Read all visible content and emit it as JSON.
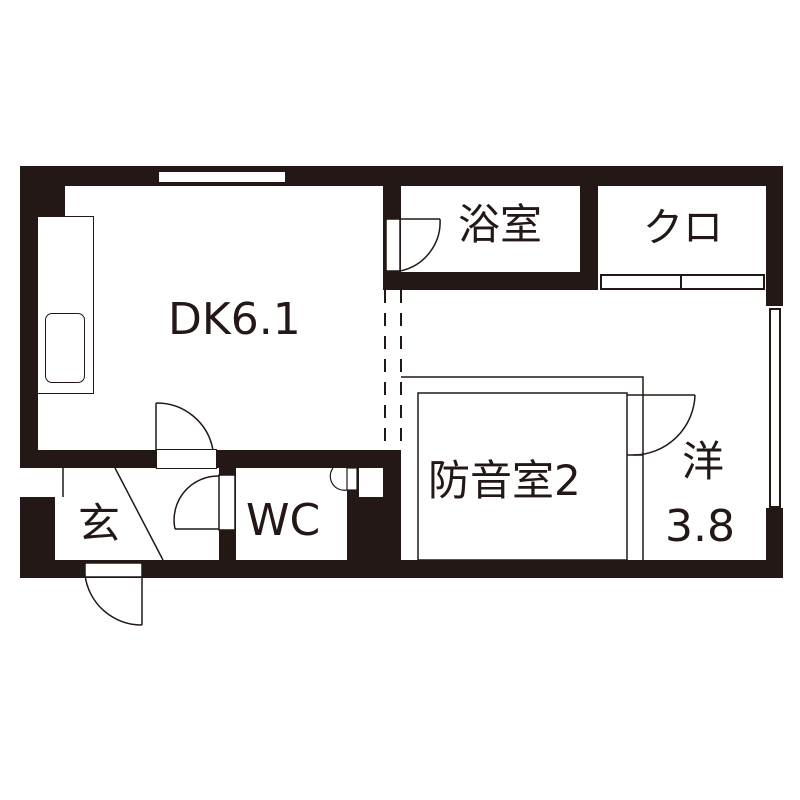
{
  "floorplan": {
    "rooms": {
      "dk": {
        "label": "DK6.1"
      },
      "bath": {
        "label": "浴室"
      },
      "closet": {
        "label": "クロ"
      },
      "soundproof": {
        "label": "防音室2"
      },
      "western_name": {
        "label": "洋"
      },
      "western_size": {
        "label": "3.8"
      },
      "entrance": {
        "label": "玄"
      },
      "wc": {
        "label": "WC"
      }
    },
    "colors": {
      "wall": "#231815",
      "background": "#ffffff"
    }
  }
}
